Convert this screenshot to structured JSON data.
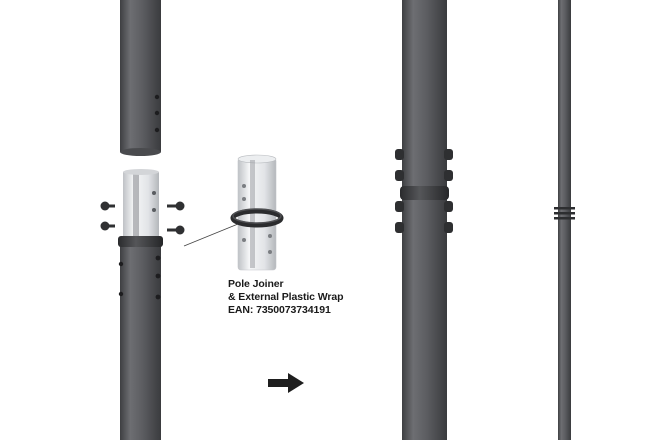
{
  "product": {
    "name": "Pole Joiner",
    "subtitle": "& External Plastic Wrap",
    "ean": "EAN: 7350073734191"
  },
  "icons": {
    "step_arrow": "right-arrow-icon"
  },
  "colors": {
    "pole": "#5a5b5e",
    "pole_shadow": "#3f4043",
    "pole_highlight": "#7b7c80",
    "joiner": "#e8eaec",
    "wrap": "#3a3b3d",
    "arrow": "#1e1e1e"
  }
}
